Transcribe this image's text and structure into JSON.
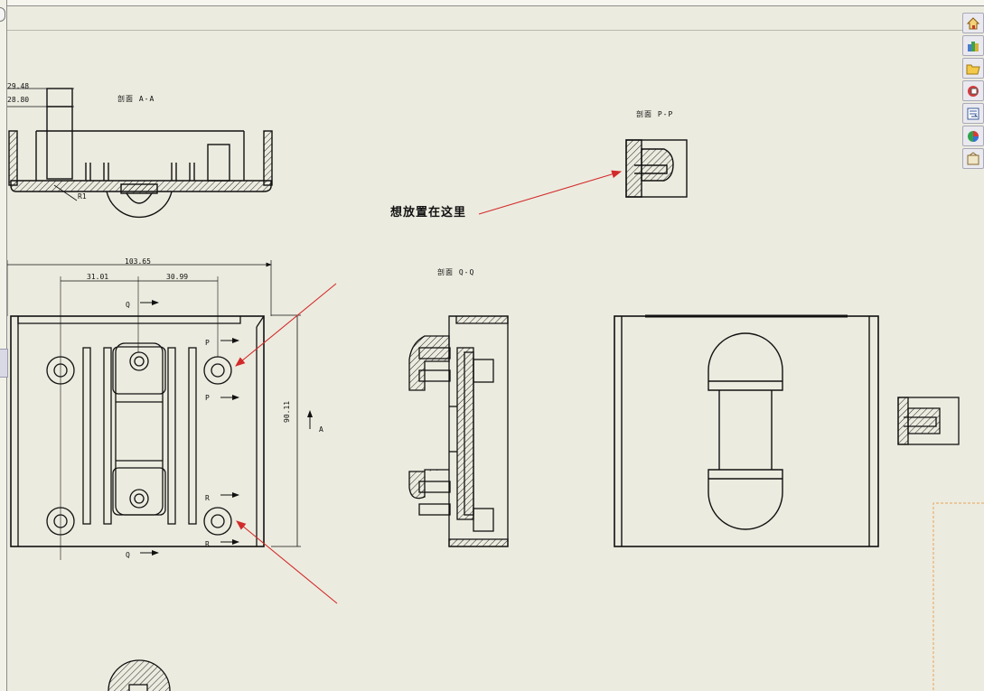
{
  "sections": {
    "aa": "剖面 A-A",
    "pp": "剖面 P-P",
    "qq": "剖面 Q-Q"
  },
  "note": "想放置在这里",
  "dimensions": {
    "d1": "29.48",
    "d2": "28.80",
    "r1": "R1",
    "overall": "103.65",
    "left": "31.01",
    "right": "30.99",
    "height": "90.11"
  },
  "markers": {
    "q_top": "Q",
    "q_bottom": "Q",
    "p_top": "P",
    "p_bottom": "P",
    "r_top": "R",
    "r_bottom": "R",
    "a": "A"
  },
  "taskpane": [
    "home-icon",
    "design-library-icon",
    "file-explorer-icon",
    "view-palette-icon",
    "properties-icon",
    "appearances-icon",
    "custom-properties-icon"
  ],
  "colors": {
    "canvas": "#ecebdf",
    "leader": "#d22a2a",
    "border_orange": "#e8a35a"
  }
}
